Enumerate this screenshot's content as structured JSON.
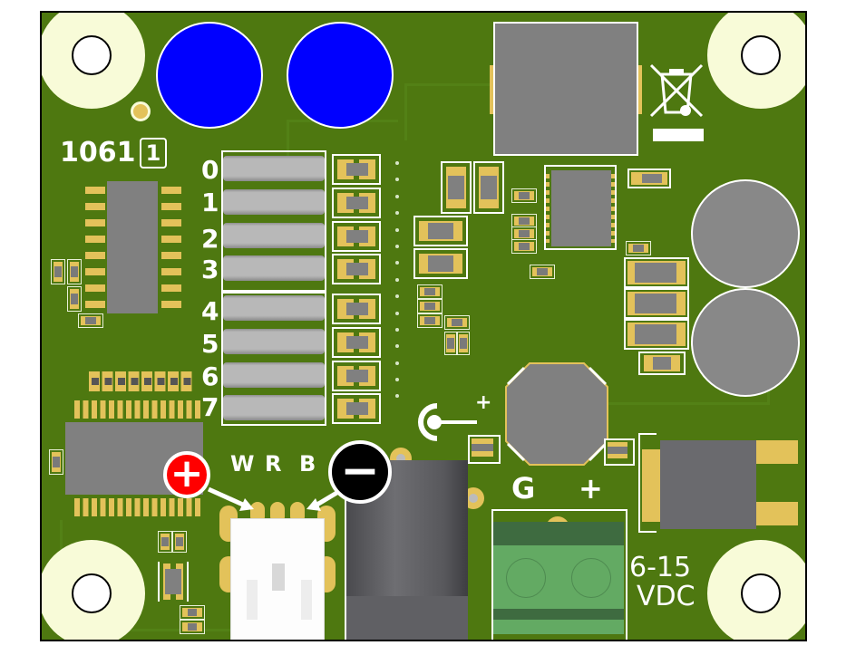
{
  "board": {
    "part_number": "1061",
    "revision": "1",
    "switch_labels": [
      "0",
      "1",
      "2",
      "3",
      "4",
      "5",
      "6",
      "7"
    ],
    "connector_labels": [
      "W",
      "R",
      "B"
    ],
    "plus_badge_symbol": "+",
    "minus_badge_symbol": "−",
    "power_labels": [
      "G",
      "+"
    ],
    "voltage_line1": "6-15",
    "voltage_line2": "VDC",
    "cap_polarity_symbol": "+"
  },
  "colors": {
    "board_green": "#4e7810",
    "pad_gold": "#e3c25a",
    "silk_white": "#ffffff",
    "component_grey": "#808080",
    "led_blue": "#0000ff",
    "badge_red": "#ff0000",
    "badge_black": "#000000",
    "terminal_green": "#63aa63",
    "mount_pad": "#f8fbd8"
  }
}
